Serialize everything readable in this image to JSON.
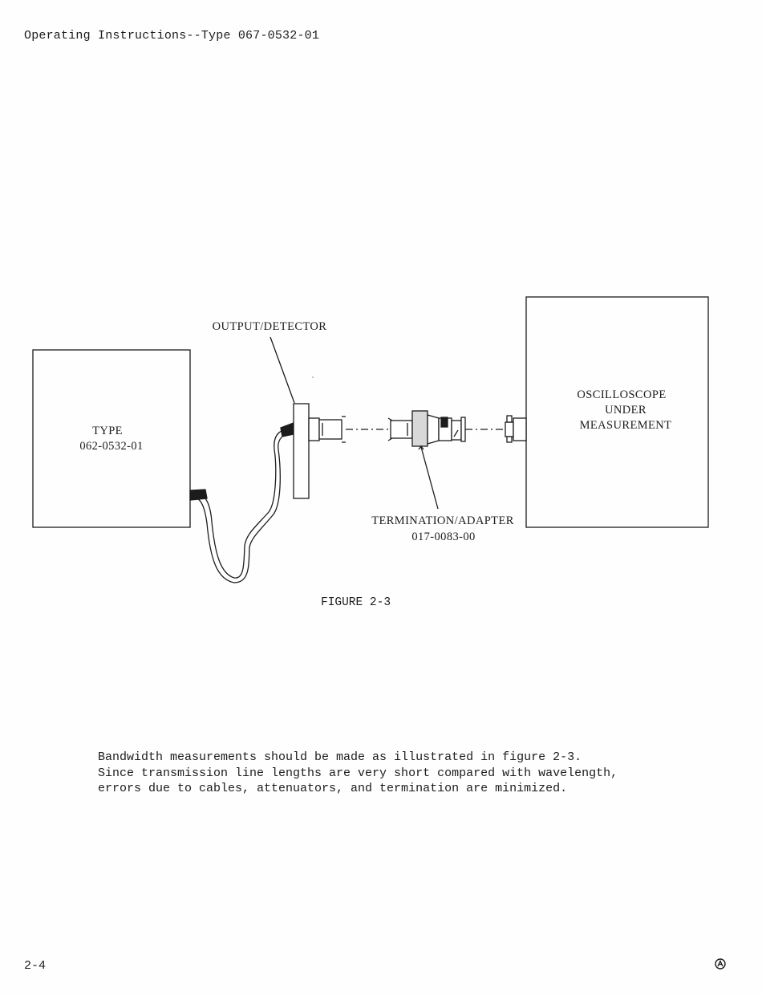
{
  "header": {
    "title": "Operating Instructions--Type 067-0532-01"
  },
  "figure": {
    "labels": {
      "generator_line1": "TYPE",
      "generator_line2": "062-0532-01",
      "output_detector": "OUTPUT/DETECTOR",
      "termination_line1": "TERMINATION/ADAPTER",
      "termination_line2": "017-0083-00",
      "scope_line1": "OSCILLOSCOPE",
      "scope_line2": "UNDER",
      "scope_line3": "MEASUREMENT"
    },
    "caption": "FIGURE 2-3"
  },
  "body": {
    "paragraph_lines": [
      "Bandwidth measurements should be made as illustrated in figure 2-3.",
      "Since transmission line lengths are very short compared with wavelength,",
      "errors due to cables, attenuators, and termination are minimized."
    ]
  },
  "footer": {
    "page_number": "2-4"
  }
}
